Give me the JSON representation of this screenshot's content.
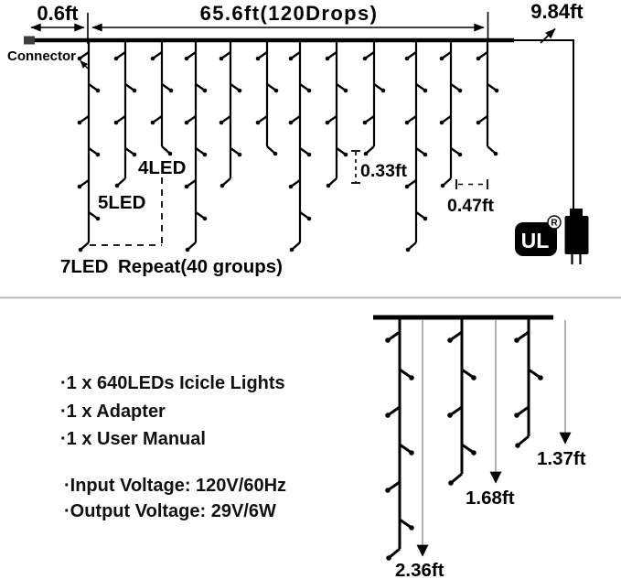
{
  "colors": {
    "ink": "#000000",
    "divider": "#bababa",
    "arrow_gray": "#8f8f8f",
    "connector_fill": "#3d3d3d"
  },
  "top_diagram": {
    "dim_left_label": "0.6ft",
    "dim_main_label": "65.6ft(120Drops)",
    "dim_right_label": "9.84ft",
    "connector_label": "Connector",
    "drop_type_labels": {
      "four": "4LED",
      "five": "5LED",
      "seven": "7LED"
    },
    "repeat_label": "Repeat(40 groups)",
    "led_spacing_label": "0.33ft",
    "drop_spacing_label": "0.47ft",
    "certification_mark": "UL",
    "registered_symbol": "R",
    "drops": {
      "count": 12,
      "leds_pattern": [
        7,
        5,
        4
      ]
    }
  },
  "package": {
    "items": [
      "·1 x 640LEDs Icicle Lights",
      "·1 x Adapter",
      "·1 x User Manual"
    ],
    "specs": [
      "·Input Voltage: 120V/60Hz",
      "·Output Voltage: 29V/6W"
    ]
  },
  "bottom_diagram": {
    "drops": [
      {
        "leds": 7,
        "length_label": "2.36ft"
      },
      {
        "leds": 5,
        "length_label": "1.68ft"
      },
      {
        "leds": 4,
        "length_label": "1.37ft"
      }
    ]
  }
}
